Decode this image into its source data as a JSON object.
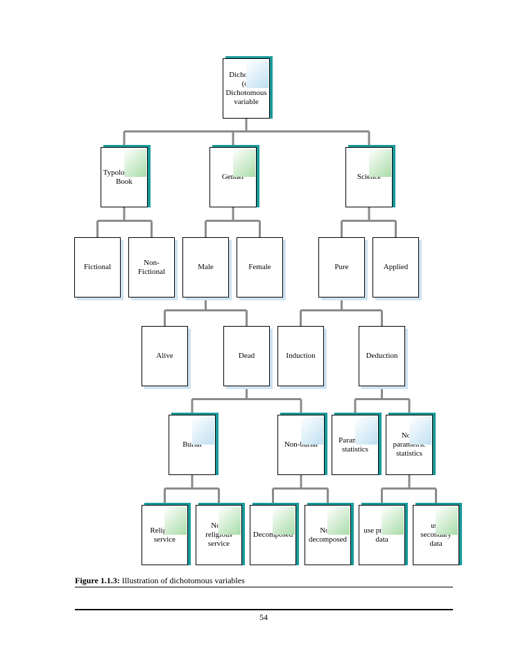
{
  "figure": {
    "caption_label": "Figure 1.1.3:",
    "caption_text": "Illustration of dichotomous variables",
    "page_number": "54"
  },
  "colors": {
    "connector": "#8a8a8a",
    "teal_bar": "#1a9a9a",
    "shade_blue": "#cfe3f2",
    "gradient_green": "#a8dca8",
    "gradient_blue": "#bfe0f2"
  },
  "nodes": [
    {
      "id": "dichotomy",
      "label": "Dichotomy\n(or\nDichotomous\nvariable",
      "style": "aqua"
    },
    {
      "id": "typologies",
      "label": "Typologies of\nBook",
      "style": "green"
    },
    {
      "id": "gender",
      "label": "Gender",
      "style": "green"
    },
    {
      "id": "science",
      "label": "Science",
      "style": "green"
    },
    {
      "id": "fictional",
      "label": "Fictional",
      "style": "plain"
    },
    {
      "id": "non-fictional",
      "label": "Non-\nFictional",
      "style": "plain"
    },
    {
      "id": "male",
      "label": "Male",
      "style": "plain"
    },
    {
      "id": "female",
      "label": "Female",
      "style": "plain"
    },
    {
      "id": "pure",
      "label": "Pure",
      "style": "plain"
    },
    {
      "id": "applied",
      "label": "Applied",
      "style": "plain"
    },
    {
      "id": "alive",
      "label": "Alive",
      "style": "plain"
    },
    {
      "id": "dead",
      "label": "Dead",
      "style": "plain"
    },
    {
      "id": "induction",
      "label": "Induction",
      "style": "plain"
    },
    {
      "id": "deduction",
      "label": "Deduction",
      "style": "plain"
    },
    {
      "id": "burial",
      "label": "Burial",
      "style": "aqua"
    },
    {
      "id": "non-burial",
      "label": "Non-burial",
      "style": "aqua"
    },
    {
      "id": "parametric",
      "label": "Parametric\nstatistics",
      "style": "aqua"
    },
    {
      "id": "non-parametric",
      "label": "Non-\nparametric\nstatistics",
      "style": "aqua"
    },
    {
      "id": "religious",
      "label": "Religious\nservice",
      "style": "green"
    },
    {
      "id": "non-religious",
      "label": "Non-religious\nservice",
      "style": "green"
    },
    {
      "id": "decomposed",
      "label": "Decomposed",
      "style": "green"
    },
    {
      "id": "non-decomposed",
      "label": "Non-\ndecomposed",
      "style": "green"
    },
    {
      "id": "use-primary",
      "label": "use primary\ndata",
      "style": "green"
    },
    {
      "id": "use-secondary",
      "label": "use secondary\ndata",
      "style": "green"
    }
  ],
  "edges": [
    {
      "from": "dichotomy",
      "to": "typologies"
    },
    {
      "from": "dichotomy",
      "to": "gender"
    },
    {
      "from": "dichotomy",
      "to": "science"
    },
    {
      "from": "typologies",
      "to": "fictional"
    },
    {
      "from": "typologies",
      "to": "non-fictional"
    },
    {
      "from": "gender",
      "to": "male"
    },
    {
      "from": "gender",
      "to": "female"
    },
    {
      "from": "science",
      "to": "pure"
    },
    {
      "from": "science",
      "to": "applied"
    },
    {
      "from": "male",
      "to": "alive"
    },
    {
      "from": "male",
      "to": "dead"
    },
    {
      "from": "pure",
      "to": "induction"
    },
    {
      "from": "pure",
      "to": "deduction"
    },
    {
      "from": "dead",
      "to": "burial"
    },
    {
      "from": "dead",
      "to": "non-burial"
    },
    {
      "from": "deduction",
      "to": "parametric"
    },
    {
      "from": "deduction",
      "to": "non-parametric"
    },
    {
      "from": "burial",
      "to": "religious"
    },
    {
      "from": "burial",
      "to": "non-religious"
    },
    {
      "from": "non-burial",
      "to": "decomposed"
    },
    {
      "from": "non-burial",
      "to": "non-decomposed"
    },
    {
      "from": "non-parametric",
      "to": "use-primary"
    },
    {
      "from": "non-parametric",
      "to": "use-secondary"
    }
  ]
}
